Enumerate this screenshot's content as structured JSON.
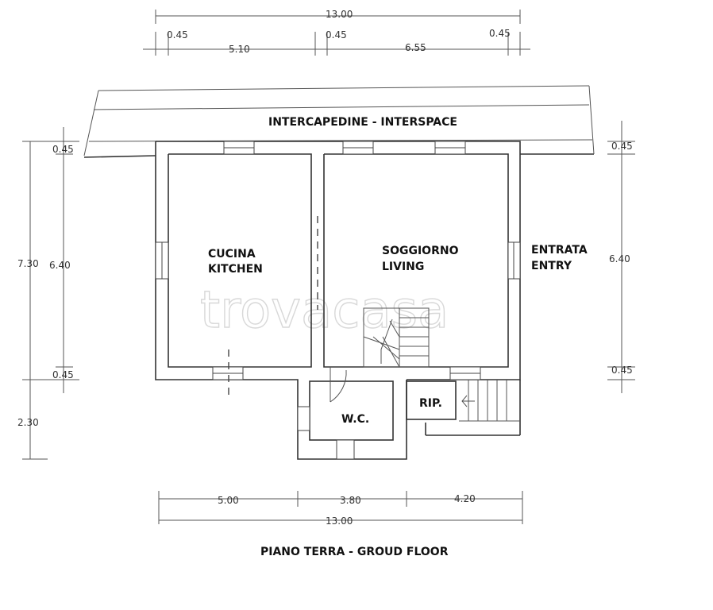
{
  "watermark": "trovacasa",
  "caption": "PIANO TERRA - GROUD FLOOR",
  "interspace_label": "INTERCAPEDINE - INTERSPACE",
  "rooms": {
    "kitchen": [
      "CUCINA",
      "KITCHEN"
    ],
    "living": [
      "SOGGIORNO",
      "LIVING"
    ],
    "entry": [
      "ENTRATA",
      "ENTRY"
    ],
    "wc": "W.C.",
    "storage": "RIP."
  },
  "dimensions": {
    "top_total": "13.00",
    "top_segments": [
      "0.45",
      "5.10",
      "0.45",
      "6.55",
      "0.45"
    ],
    "left_total": "7.30",
    "left_segments": [
      "0.45",
      "6.40",
      "0.45"
    ],
    "left_lower": "2.30",
    "right_segments": [
      "0.45",
      "6.40",
      "0.45"
    ],
    "bottom_segments": [
      "5.00",
      "3.80",
      "4.20"
    ],
    "bottom_total": "13.00"
  }
}
